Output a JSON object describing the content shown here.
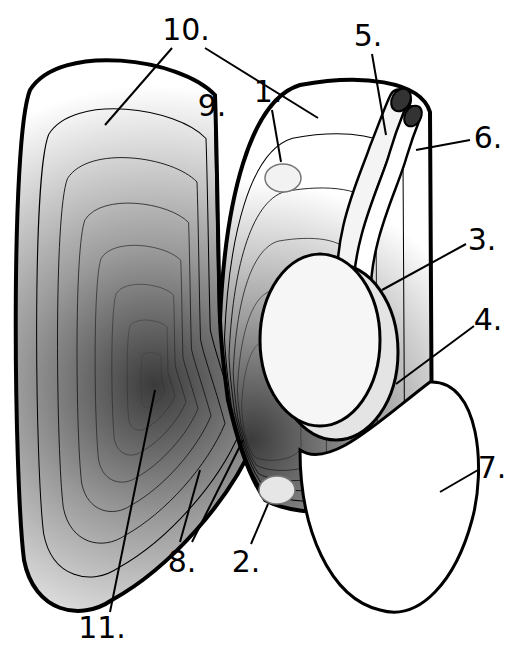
{
  "diagram": {
    "labels": [
      "10.",
      "5.",
      "9.",
      "1.",
      "6.",
      "3.",
      "4.",
      "7.",
      "8.",
      "2.",
      "11."
    ]
  }
}
